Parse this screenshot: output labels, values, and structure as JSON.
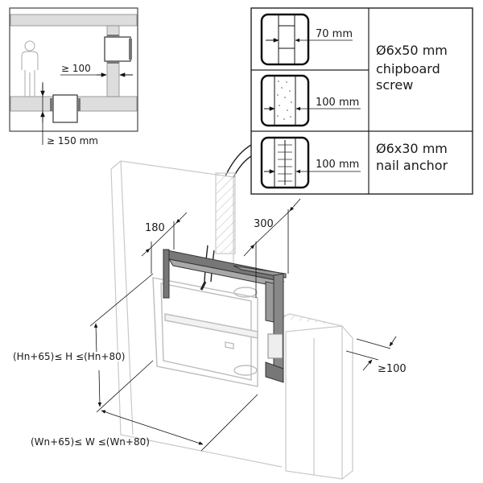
{
  "inset": {
    "min_spacing_between": "≥ 100",
    "min_distance_from_floor": "≥ 150 mm"
  },
  "wall_table": {
    "rows": [
      {
        "wall_type": "stud-partition",
        "thickness": "70 mm"
      },
      {
        "wall_type": "solid-block",
        "thickness": "100 mm"
      },
      {
        "wall_type": "masonry",
        "thickness": "100 mm"
      }
    ],
    "fixings": [
      {
        "line1": "Ø6x50 mm",
        "line2": "chipboard",
        "line3": "screw"
      },
      {
        "line1": "Ø6x30 mm",
        "line2": "nail anchor"
      }
    ]
  },
  "main_drawing": {
    "dim_frame_depth": "180",
    "dim_bracket_depth": "300",
    "dim_height_range": "(Hn+65)≤ H ≤(Hn+80)",
    "dim_width_range": "(Wn+65)≤ W ≤(Wn+80)",
    "dim_wall_clearance": "≥100"
  }
}
